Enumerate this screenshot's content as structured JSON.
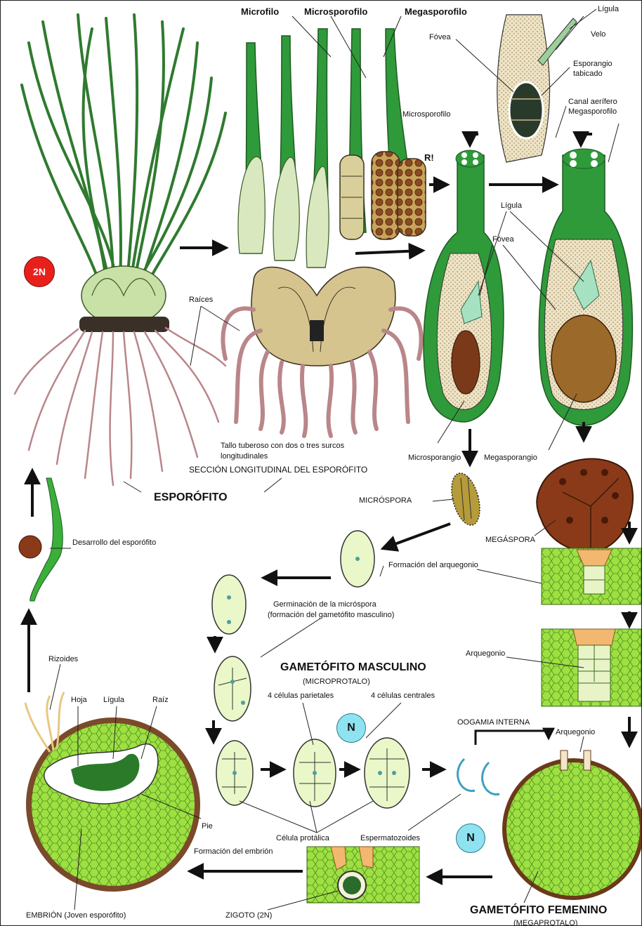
{
  "labels": {
    "microfilo": "Microfilo",
    "microsporofilo_top": "Microsporofilo",
    "megasporofilo_top": "Megasporofilo",
    "ligula_top": "Lígula",
    "fovea_top": "Fóvea",
    "velo": "Velo",
    "esporangio": "Esporangio",
    "tabicado": "tabicado",
    "canal": "Canal aerífero",
    "megasporofilo_right": "Megasporofilo",
    "microsporofilo_mid": "Microsporofilo",
    "r": "R!",
    "ligula_mid": "Lígula",
    "fovea_mid": "Fóvea",
    "raices": "Raíces",
    "tallo_1": "Tallo tuberoso con dos o tres surcos",
    "tallo_2": "longitudinales",
    "seccion": "SECCIÓN LONGITUDINAL DEL ESPORÓFITO",
    "esporofito": "ESPORÓFITO",
    "microsporangio": "Microsporangio",
    "megasporangio": "Megasporangio",
    "microspora": "MICRÓSPORA",
    "megaspora": "MEGÁSPORA",
    "desarrollo": "Desarrollo del esporófito",
    "formacion_arq": "Formación del arquegonio",
    "germinacion_1": "Germinación de la micróspora",
    "germinacion_2": "(formación del gametófito masculino)",
    "arquegonio_1": "Arquegonio",
    "gam_masc": "GAMETÓFITO MASCULINO",
    "microprotalo": "(MICROPROTALO)",
    "parietales": "4 células parietales",
    "centrales": "4 células centrales",
    "oogamia": "OOGAMIA INTERNA",
    "arquegonio_2": "Arquegonio",
    "rizoides": "Rizoides",
    "hoja": "Hoja",
    "ligula_low": "Lígula",
    "raiz": "Raíz",
    "pie": "Pie",
    "celula": "Célula protálica",
    "esperm": "Espermatozoides",
    "formacion_emb": "Formación del embrión",
    "embrion": "EMBRIÓN (Joven esporófito)",
    "zigoto": "ZIGOTO (2N)",
    "gam_fem": "GAMETÓFITO FEMENINO",
    "megaprotalo": "(MEGAPROTALO)"
  },
  "badges": {
    "diploid": "2N",
    "haploid_1": "N",
    "haploid_2": "N"
  },
  "colors": {
    "diploid_badge": "#e8201c",
    "haploid_badge": "#8fe3f0",
    "leaf_green": "#2f9a3a",
    "tissue_green": "#8fd43a",
    "root_brown": "#b9868a",
    "spore_brown": "#7a3a1a"
  }
}
